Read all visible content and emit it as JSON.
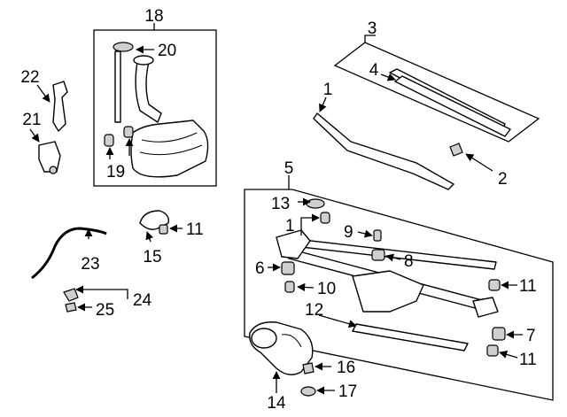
{
  "diagram": {
    "callouts": {
      "c1a": "1",
      "c2": "2",
      "c3": "3",
      "c4": "4",
      "c5": "5",
      "c6": "6",
      "c7": "7",
      "c8": "8",
      "c9": "9",
      "c10": "10",
      "c11a": "11",
      "c11b": "11",
      "c11c": "11",
      "c12": "12",
      "c13": "13",
      "c14": "14",
      "c15": "15",
      "c16": "16",
      "c17": "17",
      "c18": "18",
      "c19": "19",
      "c20": "20",
      "c21": "21",
      "c22": "22",
      "c23": "23",
      "c24": "24",
      "c25": "25",
      "c1b": "1"
    }
  }
}
